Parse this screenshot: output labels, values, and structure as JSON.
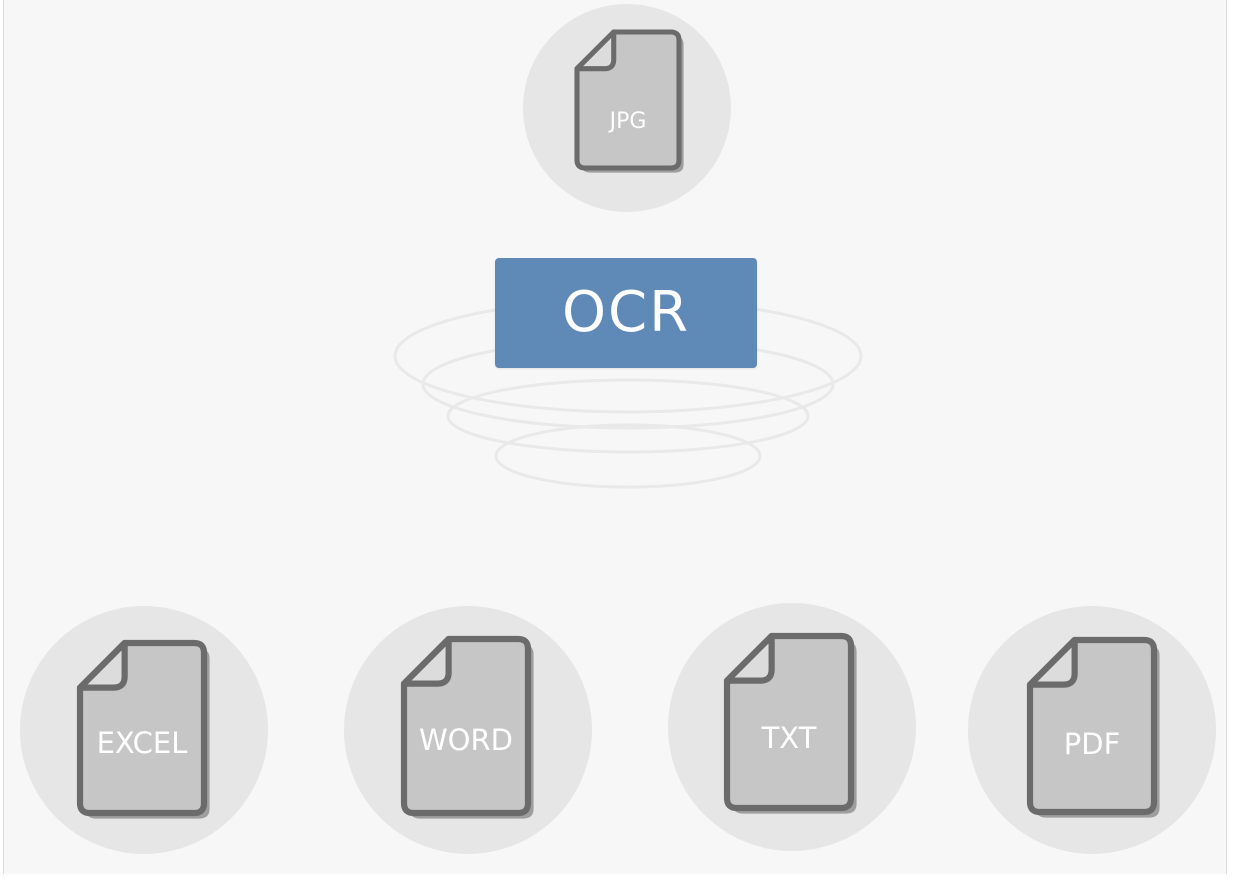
{
  "colors": {
    "node_circle": "#e6e6e6",
    "document_fill": "#c6c6c6",
    "document_outline": "#6b6b6b",
    "document_shadow": "#9e9e9e",
    "fold_fill": "#dcdcdc",
    "ocr_box": "#5f8ab8",
    "rings": "#e9e9e9",
    "label": "#ffffff"
  },
  "source": {
    "icon": "document-icon",
    "label": "JPG"
  },
  "processor": {
    "label": "OCR"
  },
  "outputs": [
    {
      "icon": "document-icon",
      "label": "EXCEL"
    },
    {
      "icon": "document-icon",
      "label": "WORD"
    },
    {
      "icon": "document-icon",
      "label": "TXT"
    },
    {
      "icon": "document-icon",
      "label": "PDF"
    }
  ]
}
